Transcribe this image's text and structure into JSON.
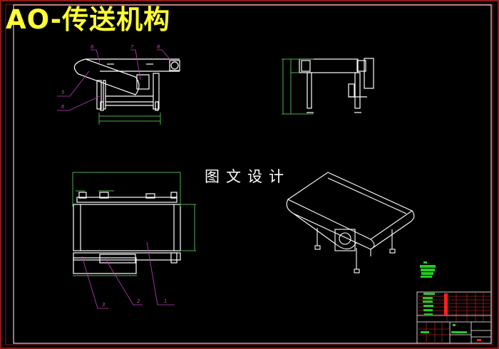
{
  "drawing": {
    "title": "AO-传送机构",
    "subtitle": "图文设计",
    "part_labels_front": [
      "8",
      "7",
      "8",
      "5",
      "6"
    ],
    "part_labels_top": [
      "3",
      "2",
      "1"
    ]
  },
  "colors": {
    "background": "#000000",
    "title": "#ffff33",
    "geometry": "#ffffff",
    "dimensions": "#4caf50",
    "leaders": "#c040c0",
    "border": "#8b1a1a",
    "title_block_accent": "#ff2020"
  }
}
